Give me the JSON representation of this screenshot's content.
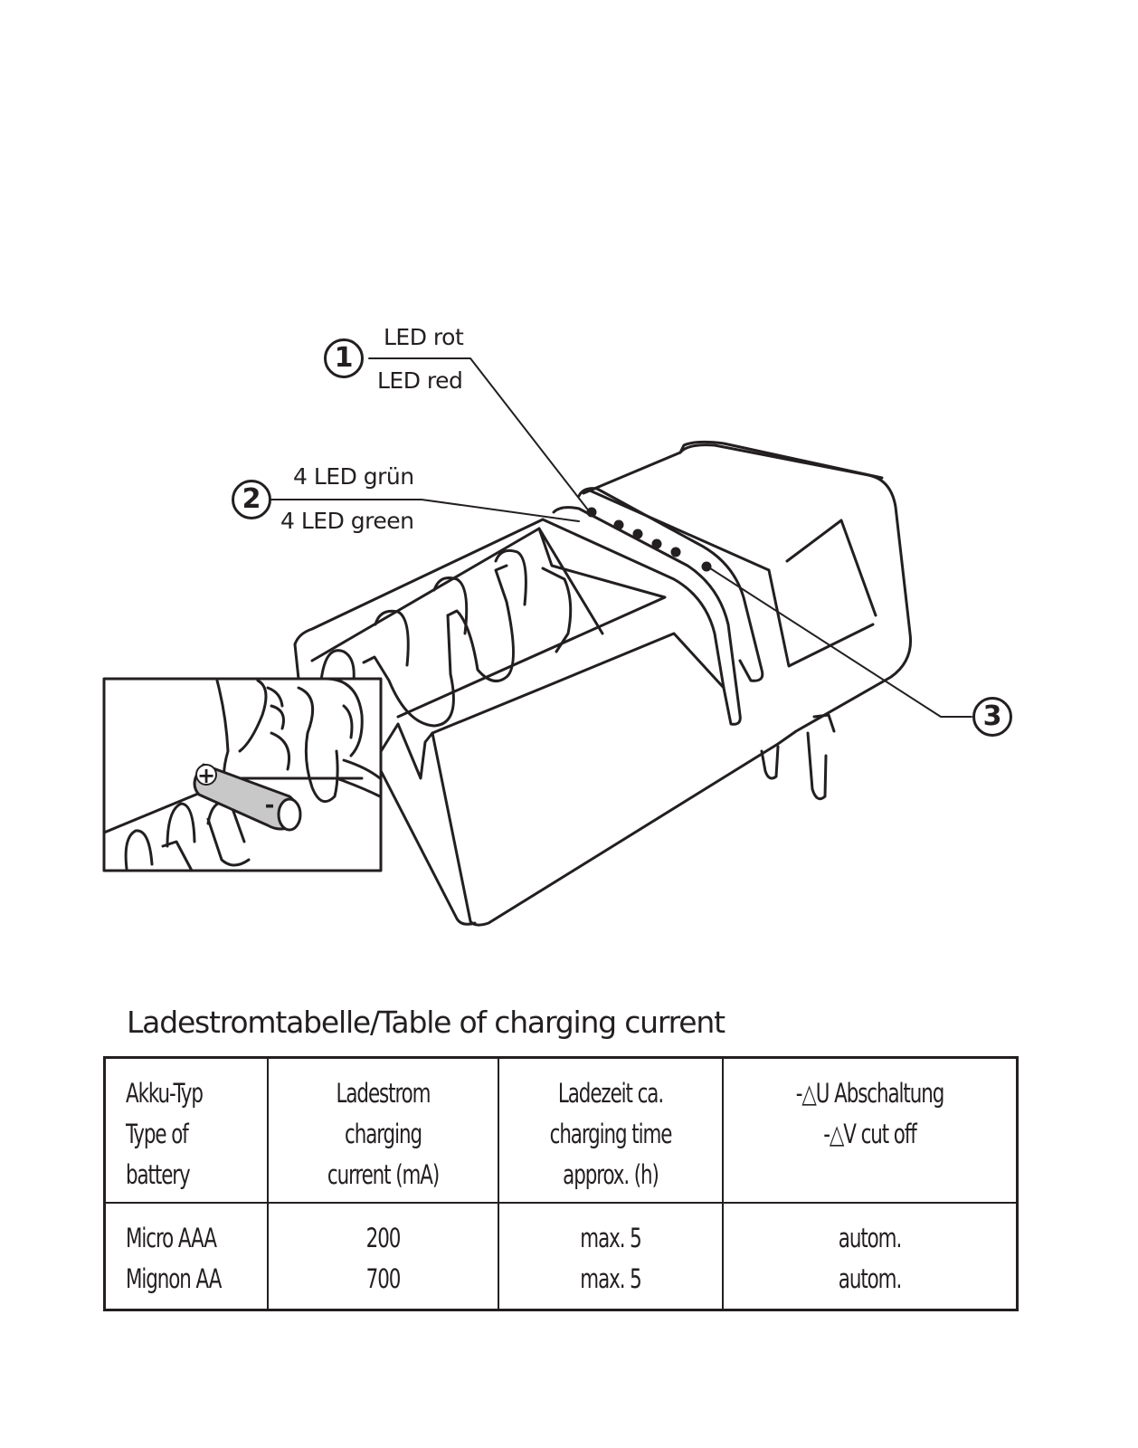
{
  "callouts": [
    {
      "number": "1",
      "line1": "LED rot",
      "line2": "LED red"
    },
    {
      "number": "2",
      "line1": "4 LED grün",
      "line2": "4 LED green"
    },
    {
      "number": "3"
    }
  ],
  "battery_symbols": {
    "plus": "+",
    "minus": "-"
  },
  "table": {
    "caption": "Ladestromtabelle/Table of charging current",
    "header": [
      [
        "Akku-Typ",
        "Type of",
        "battery"
      ],
      [
        "Ladestrom",
        "charging",
        "current (mA)"
      ],
      [
        "Ladezeit ca.",
        "charging time",
        "approx. (h)"
      ],
      [
        "-△U Abschaltung",
        "-△V cut off"
      ]
    ],
    "rows": [
      [
        "Micro AAA",
        "200",
        "max. 5",
        "autom."
      ],
      [
        "Mignon AA",
        "700",
        "max. 5",
        "autom."
      ]
    ]
  }
}
